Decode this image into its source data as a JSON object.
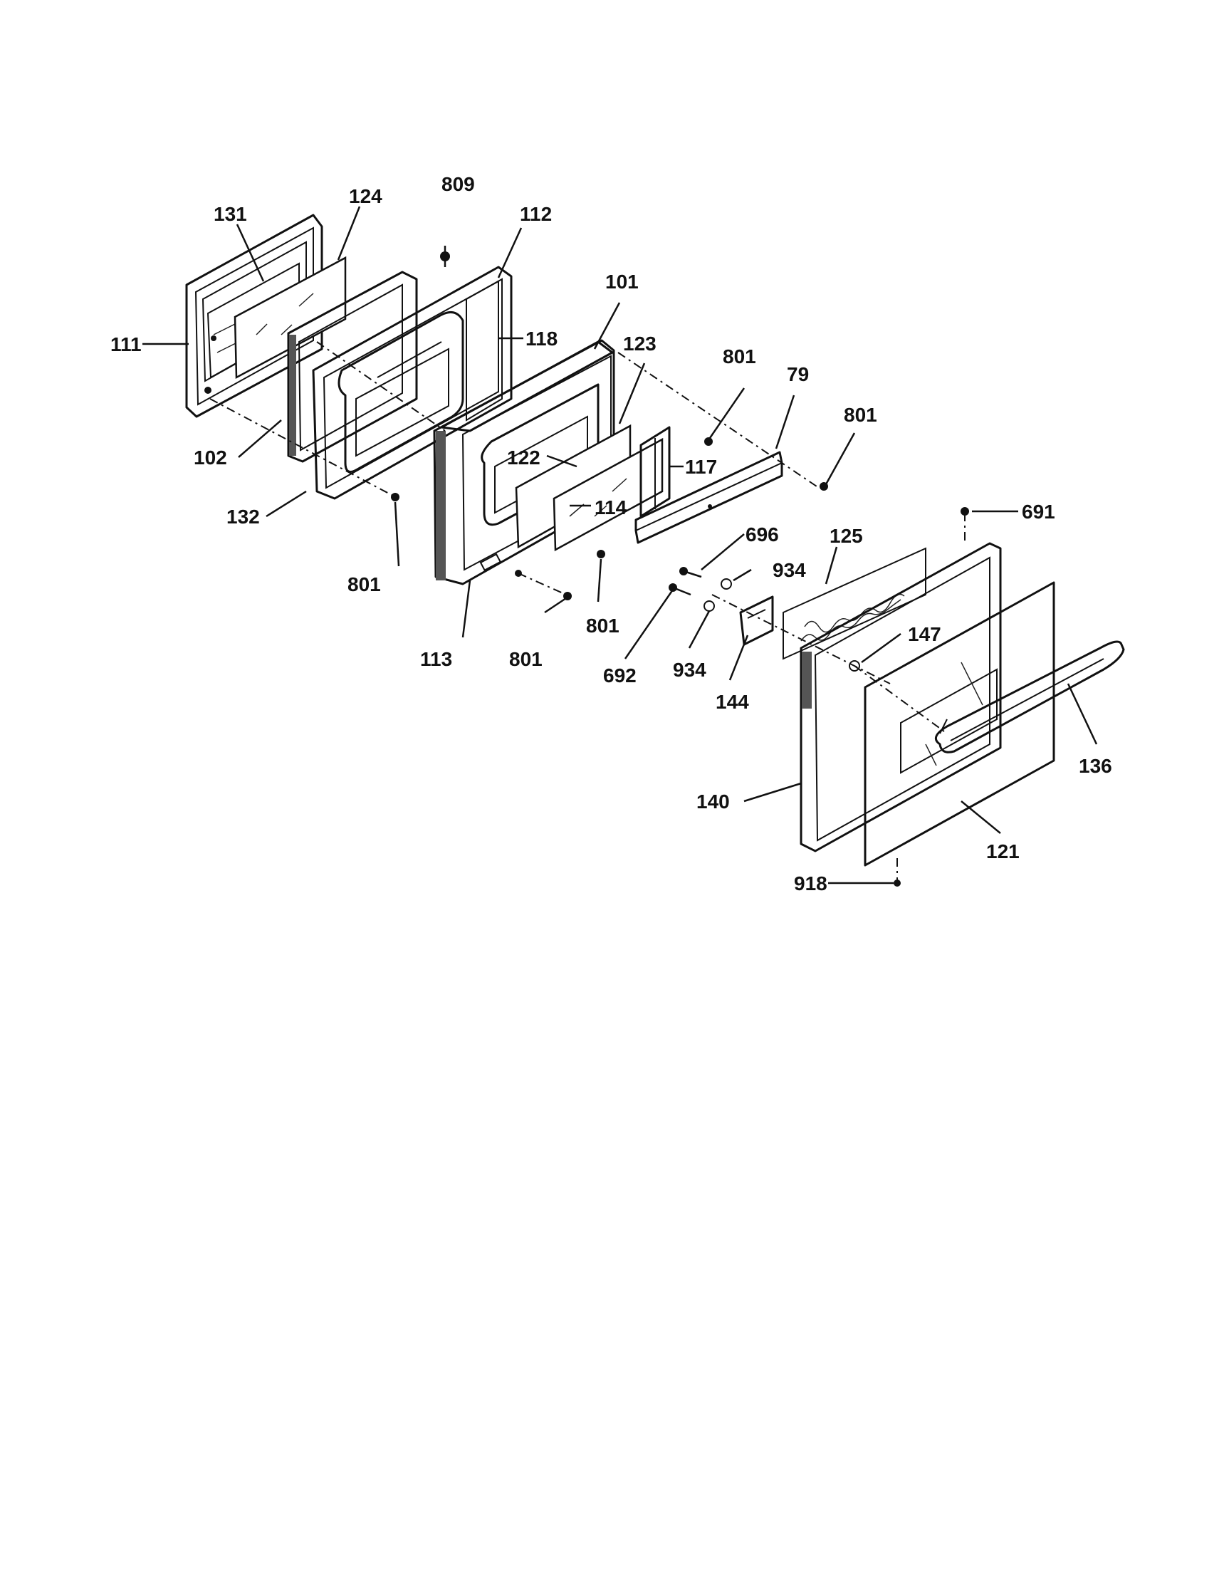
{
  "callouts": {
    "c131": "131",
    "c124": "124",
    "c809": "809",
    "c112": "112",
    "c101": "101",
    "c111": "111",
    "c118": "118",
    "c123": "123",
    "c801_a": "801",
    "c79": "79",
    "c801_b": "801",
    "c102": "102",
    "c122": "122",
    "c117": "117",
    "c114": "114",
    "c132": "132",
    "c691": "691",
    "c696": "696",
    "c125": "125",
    "c801_c": "801",
    "c934_a": "934",
    "c801_d": "801",
    "c801_e": "801",
    "c147": "147",
    "c113": "113",
    "c692": "692",
    "c934_b": "934",
    "c144": "144",
    "c136": "136",
    "c140": "140",
    "c121": "121",
    "c918": "918"
  }
}
